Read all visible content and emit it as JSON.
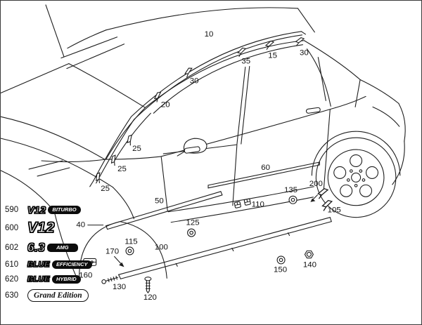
{
  "diagram": {
    "background_color": "#ffffff",
    "line_color": "#1d1d1d",
    "callouts": [
      {
        "label": "10",
        "part": "roof-molding-strip"
      },
      {
        "label": "35",
        "part": "mounting-clip"
      },
      {
        "label": "15",
        "part": "mounting-clip"
      },
      {
        "label": "30",
        "part": "mounting-clip"
      },
      {
        "label": "30",
        "part": "mounting-clip"
      },
      {
        "label": "20",
        "part": "mounting-clip"
      },
      {
        "label": "25",
        "part": "mounting-clip"
      },
      {
        "label": "25",
        "part": "mounting-clip"
      },
      {
        "label": "25",
        "part": "mounting-clip"
      },
      {
        "label": "60",
        "part": "door-molding-strip"
      },
      {
        "label": "135",
        "part": "grommet"
      },
      {
        "label": "200",
        "part": "clip-with-arrow"
      },
      {
        "label": "105",
        "part": "mounting-clip"
      },
      {
        "label": "110",
        "part": "clip-pair"
      },
      {
        "label": "50",
        "part": "side-molding-strip"
      },
      {
        "label": "40",
        "part": "fender-molding-ref"
      },
      {
        "label": "125",
        "part": "grommet"
      },
      {
        "label": "115",
        "part": "grommet"
      },
      {
        "label": "100",
        "part": "rocker-molding-strip"
      },
      {
        "label": "170",
        "part": "arrow-pointer"
      },
      {
        "label": "160",
        "part": "end-cap-bracket"
      },
      {
        "label": "130",
        "part": "screw"
      },
      {
        "label": "120",
        "part": "screw"
      },
      {
        "label": "150",
        "part": "grommet"
      },
      {
        "label": "140",
        "part": "nut"
      }
    ],
    "badges": [
      {
        "ref": "590",
        "text_main": "V12",
        "text_pill": "BITURBO"
      },
      {
        "ref": "600",
        "text_main": "V12",
        "text_pill": ""
      },
      {
        "ref": "602",
        "text_main": "6.3",
        "text_pill": "AMG"
      },
      {
        "ref": "610",
        "text_main": "BLUE",
        "text_pill": "EFFICIENCY"
      },
      {
        "ref": "620",
        "text_main": "BLUE",
        "text_pill": "HYBRID"
      },
      {
        "ref": "630",
        "text_main": "Grand Edition",
        "text_pill": ""
      }
    ]
  }
}
